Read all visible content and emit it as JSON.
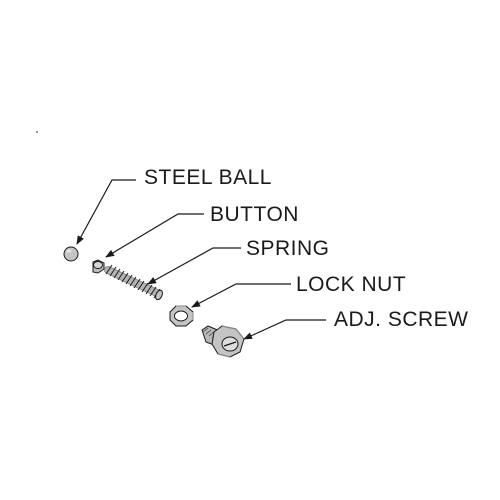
{
  "diagram": {
    "labels": {
      "steel_ball": "STEEL BALL",
      "button": "BUTTON",
      "spring": "SPRING",
      "lock_nut": "LOCK NUT",
      "adj_screw": "ADJ. SCREW"
    },
    "colors": {
      "line": "#1a1a1a",
      "part_fill": "#c4c4c4",
      "part_light": "#e2e2e2",
      "part_dark": "#8a8a8a"
    }
  }
}
